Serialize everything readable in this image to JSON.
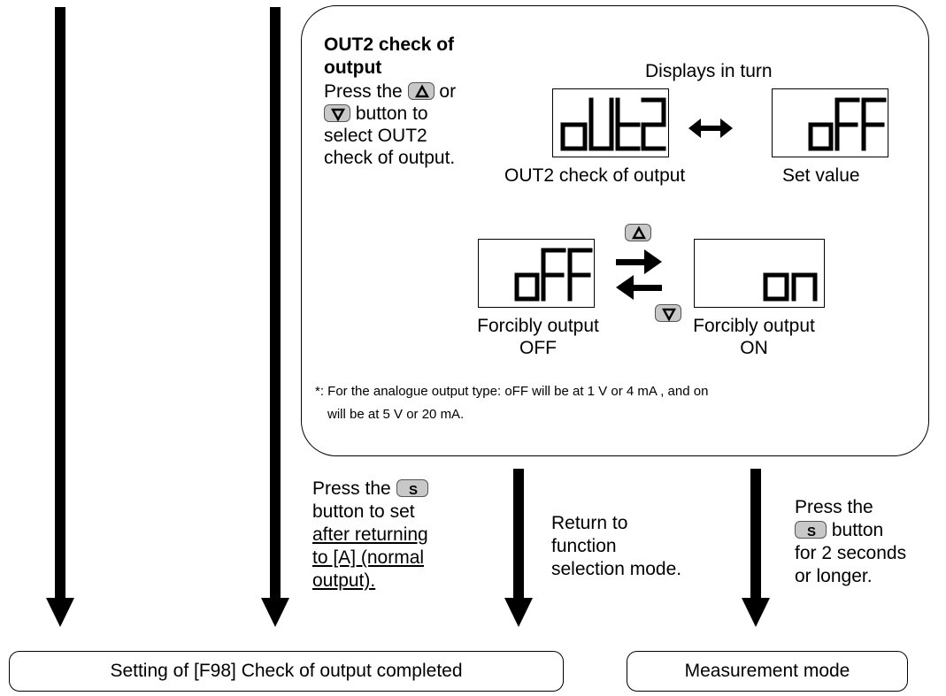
{
  "panel": {
    "title_lines": [
      "OUT2 check of",
      "output"
    ],
    "instruction_lines": [
      "Press the",
      "or",
      "button to",
      "select OUT2",
      "check of output."
    ],
    "displays_in_turn": "Displays in turn",
    "display_a": {
      "value": "oUt2",
      "caption": "OUT2 check of output"
    },
    "display_b": {
      "value": "oFF",
      "caption": "Set value"
    },
    "display_off": {
      "value": "oFF",
      "caption_lines": [
        "Forcibly output",
        "OFF"
      ]
    },
    "display_on": {
      "value": "on",
      "caption_lines": [
        "Forcibly output",
        "ON"
      ]
    },
    "note_lines": [
      "*: For the analogue output type: oFF will be at 1 V or 4 mA , and on",
      "will be at 5 V or 20 mA."
    ]
  },
  "steps": {
    "set": {
      "lines": [
        "Press the",
        "button to set",
        "after returning ",
        "to [A] (normal ",
        "output)."
      ]
    },
    "return": {
      "lines": [
        "Return to",
        "function",
        "selection mode."
      ]
    },
    "measure": {
      "lines": [
        "Press the",
        "button",
        "for 2 seconds",
        "or longer."
      ]
    }
  },
  "buttons": {
    "up_icon": "triangle-up-icon",
    "down_icon": "triangle-down-icon",
    "set_letter": "S"
  },
  "end_boxes": {
    "completed": "Setting of [F98] Check of output completed",
    "measurement": "Measurement mode"
  },
  "colors": {
    "line": "#000000",
    "button_fill": "#c8c8c8",
    "button_border": "#555555"
  }
}
